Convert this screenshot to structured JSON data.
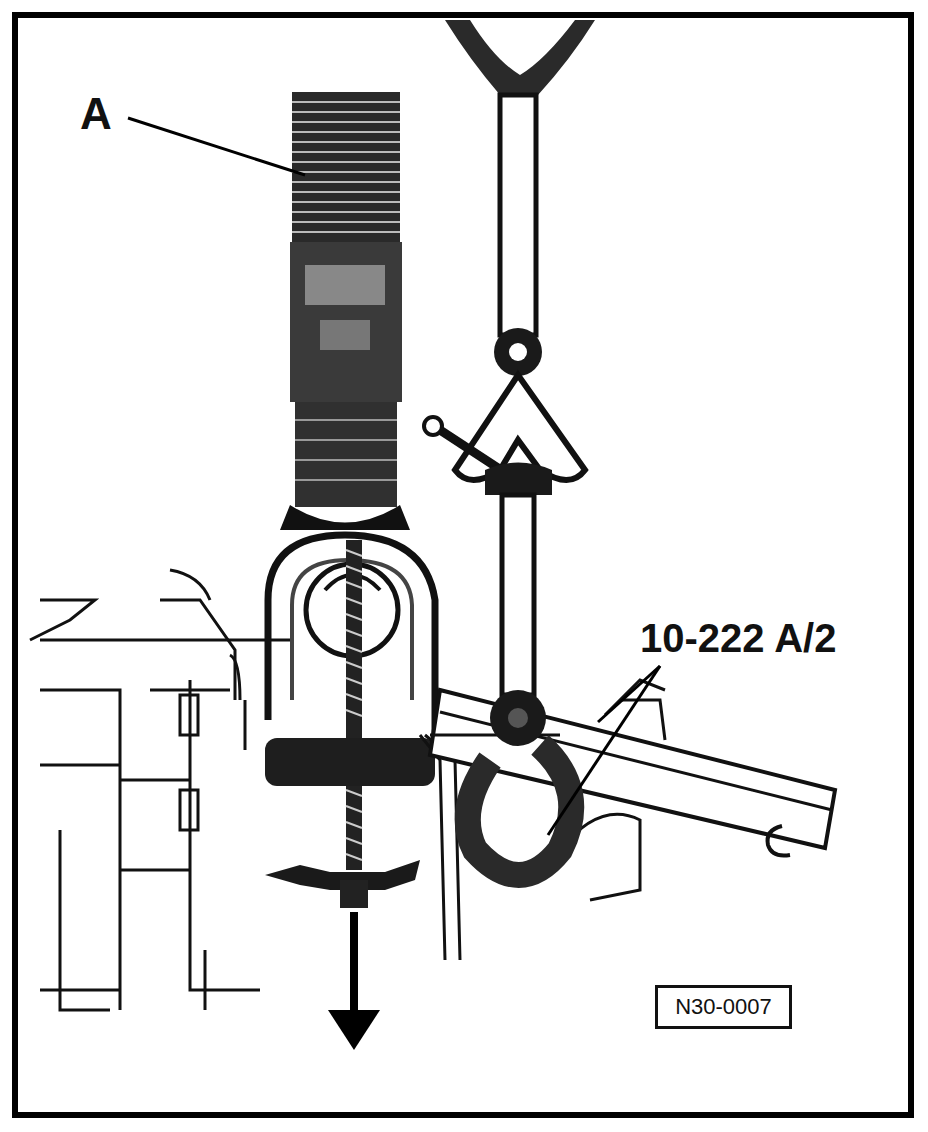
{
  "diagram": {
    "nodes": [
      {
        "text": [
          "N30-0007"
        ]
      }
    ],
    "labels": [
      "A",
      "10-222 A/2"
    ]
  }
}
